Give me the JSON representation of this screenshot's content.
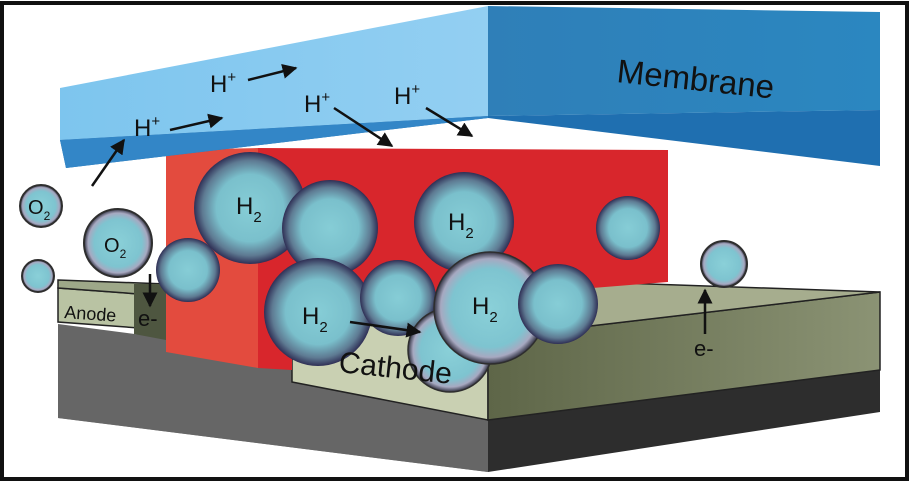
{
  "labels": {
    "membrane": "Membrane",
    "anode": "Anode",
    "cathode": "Cathode",
    "electron": "e-",
    "proton_base": "H",
    "proton_charge": "+",
    "hydrogen_base": "H",
    "hydrogen_sub": "2",
    "oxygen_base": "O",
    "oxygen_sub": "2"
  },
  "colors": {
    "membrane_light": "#8ecaf0",
    "membrane_dark": "#1f6fb0",
    "cathode_red": "#d8262c",
    "cathode_side": "#e34b3e",
    "anode_green": "#b9c3a3",
    "cathode_pad": "#c9d0b2",
    "base_gray": "#4a4a4a",
    "bubble_fill": "#7fc3cf"
  }
}
